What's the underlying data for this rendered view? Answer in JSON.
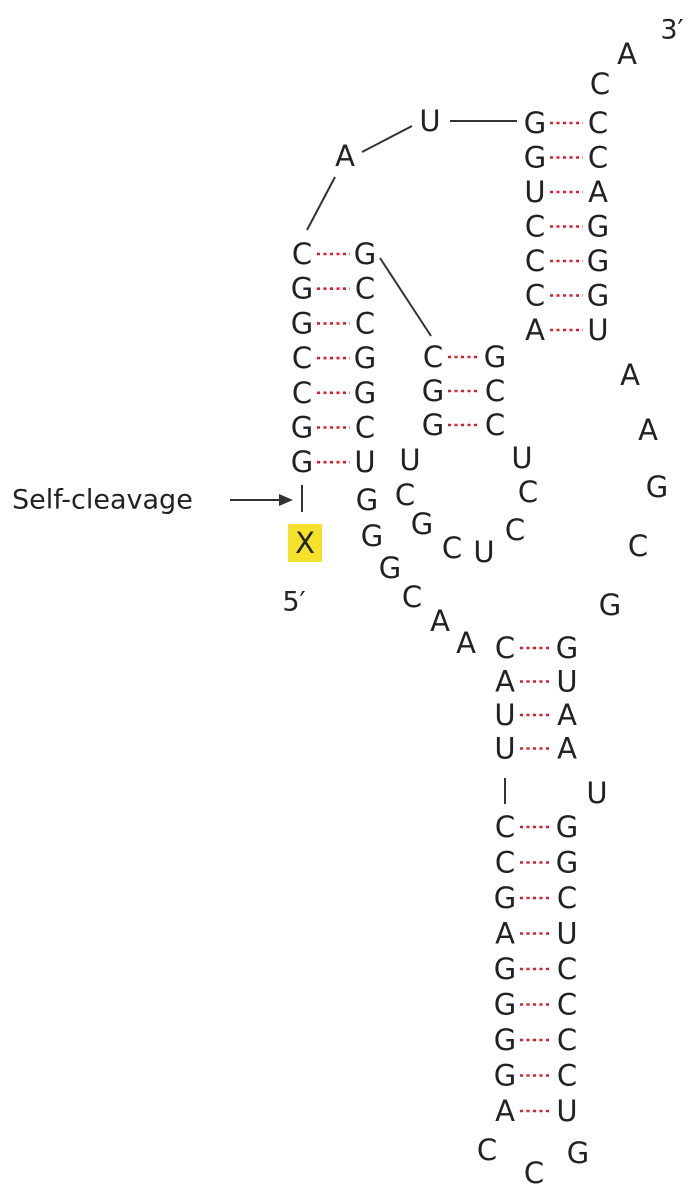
{
  "diagram": {
    "labels": {
      "five_prime": "5′",
      "three_prime": "3′",
      "self_cleavage": "Self-cleavage"
    },
    "cleavage_nucleotide": "X",
    "colors": {
      "pair_bond": "#d81e2c",
      "highlight": "#f5e02a",
      "text": "#222222"
    },
    "stem_left": {
      "left": [
        "C",
        "G",
        "G",
        "C",
        "C",
        "G",
        "G"
      ],
      "right": [
        "G",
        "C",
        "C",
        "G",
        "G",
        "C",
        "U"
      ]
    },
    "stem_mid": {
      "left": [
        "C",
        "G",
        "G"
      ],
      "right": [
        "G",
        "C",
        "C"
      ]
    },
    "mid_loop": [
      "U",
      "C",
      "G",
      "C",
      "U",
      "C",
      "C",
      "U"
    ],
    "stem_top_right": {
      "left": [
        "G",
        "G",
        "U",
        "C",
        "C",
        "C",
        "A"
      ],
      "right": [
        "C",
        "C",
        "A",
        "G",
        "G",
        "G",
        "U"
      ]
    },
    "top_linker": [
      "A",
      "U"
    ],
    "tail_3prime": [
      "C",
      "A"
    ],
    "linker_left": [
      "G",
      "G",
      "G",
      "C",
      "A",
      "A"
    ],
    "linker_right": [
      "A",
      "A",
      "G",
      "C",
      "G"
    ],
    "stem_bottom_upper": {
      "left": [
        "C",
        "A",
        "U",
        "U"
      ],
      "right": [
        "G",
        "U",
        "A",
        "A"
      ]
    },
    "bulge": "U",
    "stem_bottom_lower": {
      "left": [
        "C",
        "C",
        "G",
        "A",
        "G",
        "G",
        "G",
        "G",
        "A"
      ],
      "right": [
        "G",
        "G",
        "C",
        "U",
        "C",
        "C",
        "C",
        "C",
        "U"
      ]
    },
    "bottom_loop": [
      "C",
      "C",
      "G"
    ]
  }
}
